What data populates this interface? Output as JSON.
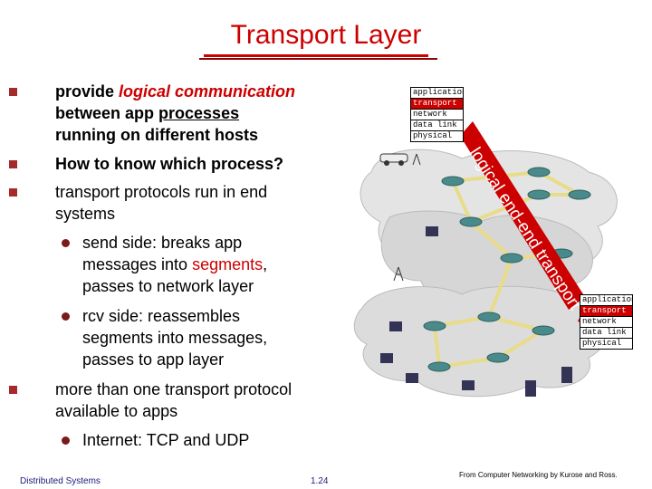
{
  "slide": {
    "title": "Transport Layer",
    "bullets": [
      {
        "pre": "provide ",
        "em": "logical communication",
        "line2_pre": "between app ",
        "line2_u": "processes",
        "line3": "running on different hosts"
      },
      {
        "text": "How to know which process?"
      },
      {
        "line1": "transport protocols run in end",
        "line2": "systems"
      }
    ],
    "sub_send": {
      "line1": "send side: breaks app",
      "line2_pre": "messages into ",
      "line2_red": "segments",
      "line2_post": ",",
      "line3": "passes to  network layer"
    },
    "sub_rcv": {
      "line1": "rcv side: reassembles",
      "line2": "segments into messages,",
      "line3": "passes to app layer"
    },
    "bullet_more": {
      "line1": "more than one transport protocol",
      "line2": "available to apps"
    },
    "sub_internet": "Internet: TCP and UDP"
  },
  "diagram": {
    "stack_top": [
      "application",
      "transport",
      "network",
      "data link",
      "physical"
    ],
    "stack_bottom": [
      "application",
      "transport",
      "network",
      "data link",
      "physical"
    ],
    "arrow_text": "logical end-end transport"
  },
  "footer": {
    "left": "Distributed Systems",
    "page": "1.24",
    "credit": "From Computer Networking by Kurose and Ross."
  },
  "colors": {
    "accent": "#cc0000",
    "bullet": "#a52a2a",
    "cloud": "#dcdcdc",
    "router": "#4a8a8a",
    "link": "#f0e68c"
  }
}
